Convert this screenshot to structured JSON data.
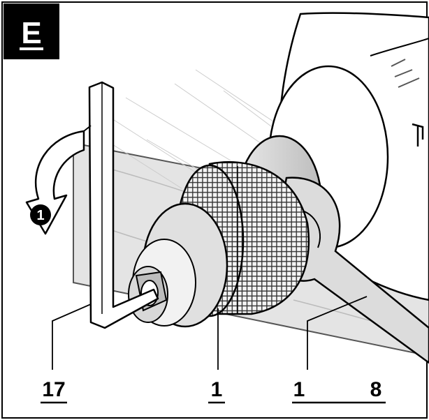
{
  "figure": {
    "label": "E"
  },
  "steps": {
    "rotation_step": "1"
  },
  "callouts": {
    "hex_key": "17",
    "chuck": "1",
    "wrench_a": "1",
    "wrench_b": "8"
  },
  "icons": {
    "rotation_arrow": "rotation-arrow-icon",
    "hex_key": "hex-key-icon",
    "chuck": "drill-chuck-icon",
    "wrench": "open-end-wrench-icon"
  }
}
